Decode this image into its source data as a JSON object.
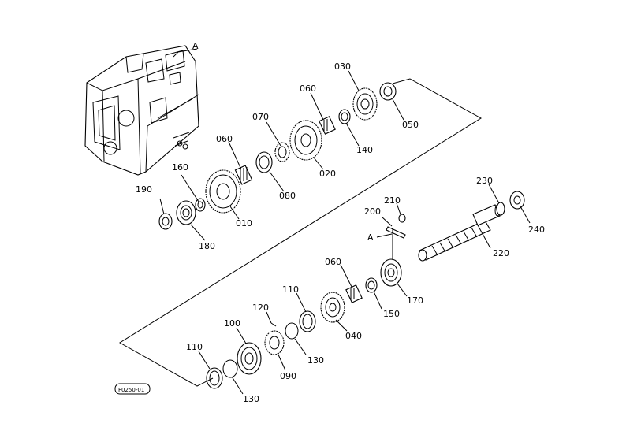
{
  "diagram": {
    "section_marker": "A",
    "drawing_code": "F0250-01",
    "parts": [
      {
        "id": "p190",
        "number": "190"
      },
      {
        "id": "p180",
        "number": "180"
      },
      {
        "id": "p160",
        "number": "160"
      },
      {
        "id": "p010",
        "number": "010"
      },
      {
        "id": "p060a",
        "number": "060"
      },
      {
        "id": "p080",
        "number": "080"
      },
      {
        "id": "p070",
        "number": "070"
      },
      {
        "id": "p020",
        "number": "020"
      },
      {
        "id": "p060b",
        "number": "060"
      },
      {
        "id": "p140",
        "number": "140"
      },
      {
        "id": "p030",
        "number": "030"
      },
      {
        "id": "p050",
        "number": "050"
      },
      {
        "id": "p210",
        "number": "210"
      },
      {
        "id": "p200",
        "number": "200"
      },
      {
        "id": "p230",
        "number": "230"
      },
      {
        "id": "p240",
        "number": "240"
      },
      {
        "id": "p220",
        "number": "220"
      },
      {
        "id": "p060c",
        "number": "060"
      },
      {
        "id": "p170",
        "number": "170"
      },
      {
        "id": "p150",
        "number": "150"
      },
      {
        "id": "p110a",
        "number": "110"
      },
      {
        "id": "p040",
        "number": "040"
      },
      {
        "id": "p120",
        "number": "120"
      },
      {
        "id": "p100",
        "number": "100"
      },
      {
        "id": "p130a",
        "number": "130"
      },
      {
        "id": "p090",
        "number": "090"
      },
      {
        "id": "p110b",
        "number": "110"
      },
      {
        "id": "p130b",
        "number": "130"
      }
    ]
  }
}
